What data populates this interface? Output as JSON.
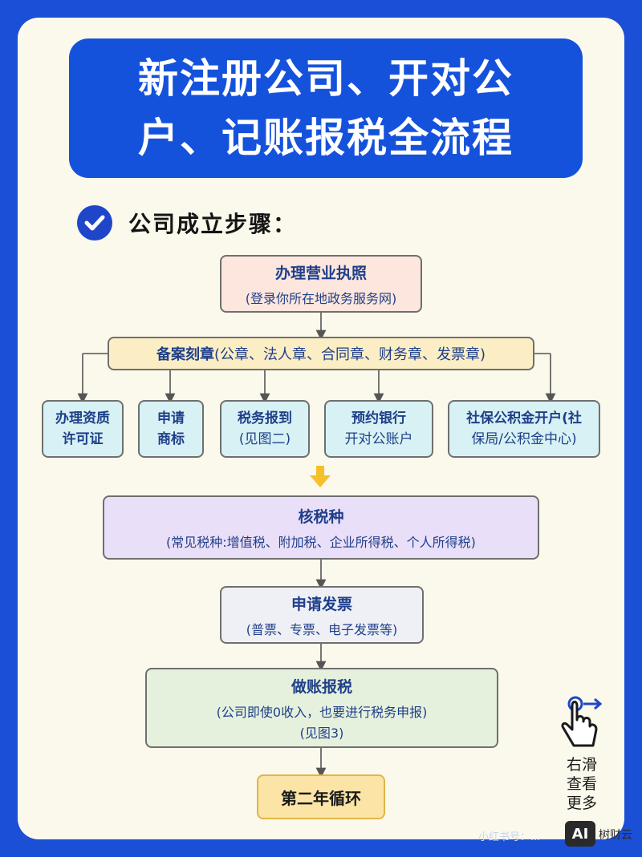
{
  "title": {
    "line1": "新注册公司、开对公",
    "line2": "户、记账报税全流程"
  },
  "section": {
    "title": "公司成立步骤："
  },
  "flow": {
    "license": {
      "main": "办理营业执照",
      "sub": "(登录你所在地政务服务网)"
    },
    "seal": {
      "main": "备案刻章",
      "rest": "(公章、法人章、合同章、财务章、发票章)"
    },
    "branches": [
      {
        "line1": "办理资质",
        "line2": "许可证"
      },
      {
        "line1": "申请",
        "line2": "商标"
      },
      {
        "line1": "税务报到",
        "line2": "(见图二)"
      },
      {
        "line1": "预约银行",
        "line2": "开对公账户"
      },
      {
        "line1": "社保公积金开户(社",
        "line2": "保局/公积金中心)"
      }
    ],
    "tax": {
      "main": "核税种",
      "sub": "(常见税种:增值税、附加税、企业所得税、个人所得税)"
    },
    "invoice": {
      "main": "申请发票",
      "sub": "(普票、专票、电子发票等)"
    },
    "books": {
      "main": "做账报税",
      "sub1": "(公司即使0收入，也要进行税务申报)",
      "sub2": "(见图3)"
    },
    "cycle": {
      "main": "第二年循环"
    }
  },
  "swipe": {
    "line1": "右滑",
    "line2": "查看",
    "line3": "更多"
  },
  "watermark": {
    "badge": "AI",
    "right": "树财云",
    "left": "小红书号：..."
  },
  "colors": {
    "background": "#1a4fd6",
    "title_box": "#1552dc",
    "card": "#fbf9ec"
  }
}
